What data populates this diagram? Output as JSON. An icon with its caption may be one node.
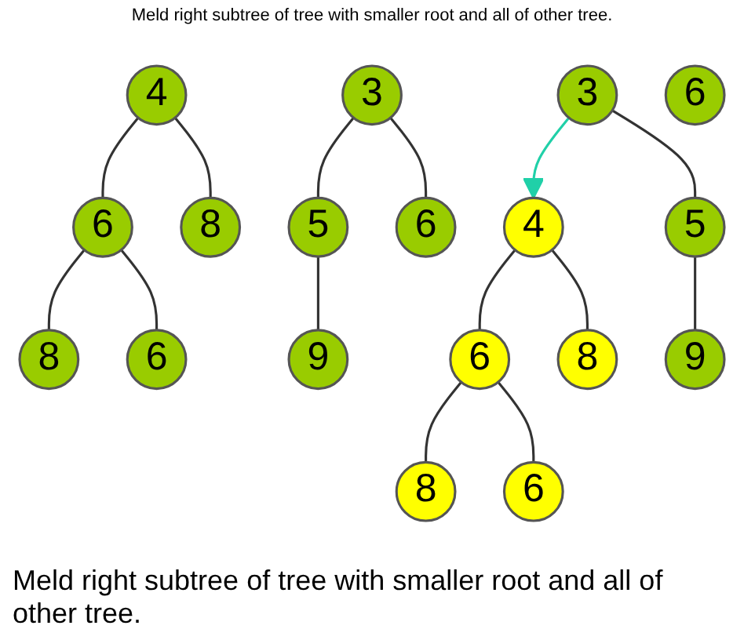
{
  "diagram": {
    "caption": "Meld right subtree of tree with smaller root and all of other tree.",
    "nodes": [
      {
        "text": [
          "4"
        ]
      },
      {
        "text": [
          "6"
        ]
      },
      {
        "text": [
          "8"
        ]
      },
      {
        "text": [
          "8"
        ]
      },
      {
        "text": [
          "6"
        ]
      },
      {
        "text": [
          "3"
        ]
      },
      {
        "text": [
          "5"
        ]
      },
      {
        "text": [
          "6"
        ]
      },
      {
        "text": [
          "9"
        ]
      },
      {
        "text": [
          "4"
        ]
      },
      {
        "text": [
          "6"
        ]
      },
      {
        "text": [
          "8"
        ]
      },
      {
        "text": [
          "8"
        ]
      },
      {
        "text": [
          "6"
        ]
      },
      {
        "text": [
          "3"
        ]
      },
      {
        "text": [
          "5"
        ]
      },
      {
        "text": [
          "6"
        ]
      },
      {
        "text": [
          "9"
        ]
      }
    ],
    "edges": [
      {
        "from": 0,
        "to": 1,
        "arrow": "none"
      },
      {
        "from": 0,
        "to": 2,
        "arrow": "none"
      },
      {
        "from": 1,
        "to": 3,
        "arrow": "none"
      },
      {
        "from": 1,
        "to": 4,
        "arrow": "none"
      },
      {
        "from": 5,
        "to": 6,
        "arrow": "none"
      },
      {
        "from": 5,
        "to": 7,
        "arrow": "none"
      },
      {
        "from": 6,
        "to": 8,
        "arrow": "none"
      },
      {
        "from": 9,
        "to": 10,
        "arrow": "none"
      },
      {
        "from": 9,
        "to": 11,
        "arrow": "none"
      },
      {
        "from": 10,
        "to": 12,
        "arrow": "none"
      },
      {
        "from": 10,
        "to": 13,
        "arrow": "none"
      },
      {
        "from": 14,
        "to": 15,
        "arrow": "none"
      },
      {
        "from": 15,
        "to": 17,
        "arrow": "none"
      },
      {
        "from": 14,
        "to": 9,
        "arrow": "to",
        "color": "#20d0a8"
      }
    ],
    "labels": [
      "Meld right subtree of tree with smaller root and all of other tree."
    ]
  }
}
